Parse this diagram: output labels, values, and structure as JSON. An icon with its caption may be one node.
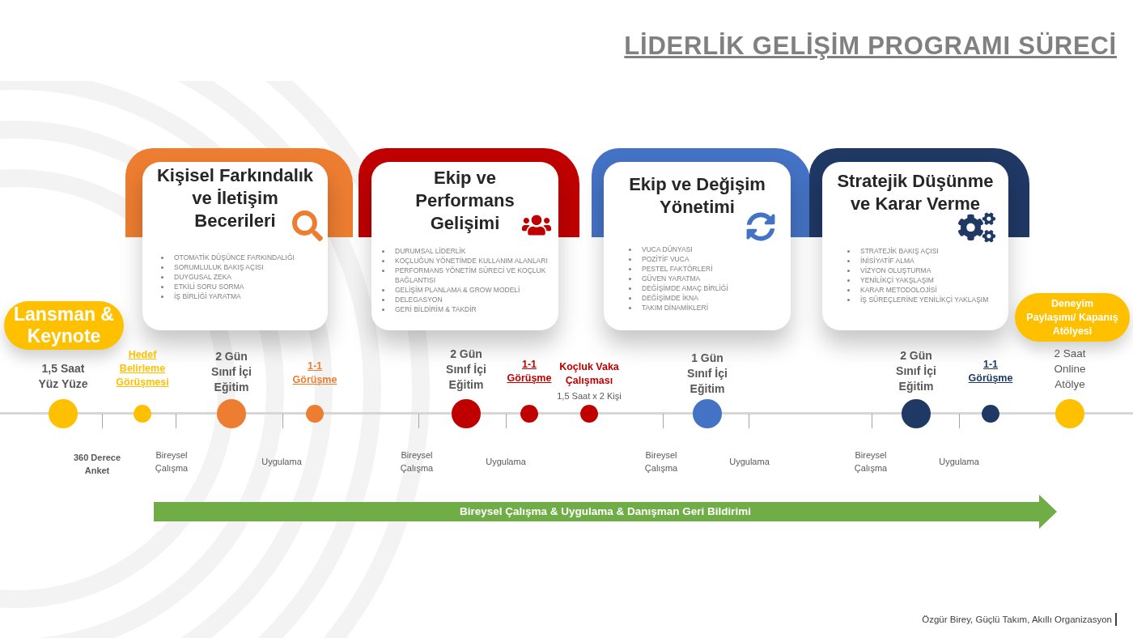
{
  "diagram": {
    "title": "LİDERLİK GELİŞİM PROGRAMI SÜRECİ",
    "nodes": [
      {
        "text": [
          "Kişisel Farkındalık ve İletişim Becerileri",
          "OTOMATİK DÜŞÜNCE FARKINDALIĞI",
          "SORUMLULUK BAKIŞ AÇISI",
          "DUYGUSAL ZEKA",
          "ETKİLİ SORU SORMA",
          "İŞ BİRLİĞİ YARATMA"
        ]
      },
      {
        "text": [
          "Ekip ve Performans Gelişimi",
          "DURUMSAL LİDERLİK",
          "KOÇLUĞUN YÖNETİMDE KULLANIM ALANLARI",
          "PERFORMANS YÖNETİM SÜRECİ VE KOÇLUK BAĞLANTISI",
          "GELİŞİM PLANLAMA & GROW MODELİ",
          "DELEGASYON",
          "GERİ BİLDİRİM & TAKDİR"
        ]
      },
      {
        "text": [
          "Ekip ve Değişim Yönetimi",
          "VUCA DÜNYASI",
          "POZİTİF VUCA",
          "PESTEL FAKTÖRLERİ",
          "GÜVEN YARATMA",
          "DEĞİŞİMDE AMAÇ BİRLİĞİ",
          "DEĞİŞİMDE İKNA",
          "TAKIM DİNAMİKLERİ"
        ]
      },
      {
        "text": [
          "Stratejik Düşünme ve Karar Verme",
          "STRATEJİK BAKIŞ AÇISI",
          "İNİSİYATİF ALMA",
          "VİZYON OLUŞTURMA",
          "YENİLİKÇİ YAKŞLAŞIM",
          "KARAR METODOLOJİSİ",
          "İŞ SÜREÇLERİNE YENİLİKÇİ YAKLAŞIM"
        ]
      },
      {
        "text": [
          "Lansman & Keynote"
        ]
      },
      {
        "text": [
          "Deneyim Paylaşımı/ Kapanış Atölyesi"
        ]
      },
      {
        "text": [],
        "shape": "circle",
        "beside": [
          "1,5 Saat Yüz Yüze"
        ]
      },
      {
        "text": [],
        "shape": "circle"
      },
      {
        "text": [],
        "shape": "circle",
        "beside": [
          "2 Gün Sınıf İçi Eğitim"
        ]
      },
      {
        "text": [],
        "shape": "circle",
        "beside": [
          "1-1 Görüşme"
        ]
      },
      {
        "text": [],
        "shape": "circle",
        "beside": [
          "2 Gün Sınıf İçi Eğitim"
        ]
      },
      {
        "text": [],
        "shape": "circle",
        "beside": [
          "1-1 Görüşme"
        ]
      },
      {
        "text": [],
        "shape": "circle",
        "beside": [
          "Koçluk Vaka Çalışması",
          "1,5 Saat x 2 Kişi"
        ]
      },
      {
        "text": [],
        "shape": "circle",
        "beside": [
          "1 Gün Sınıf İçi Eğitim"
        ]
      },
      {
        "text": [],
        "shape": "circle",
        "beside": [
          "2 Gün Sınıf İçi Eğitim"
        ]
      },
      {
        "text": [],
        "shape": "circle",
        "beside": [
          "1-1 Görüşme"
        ]
      },
      {
        "text": [],
        "shape": "circle",
        "beside": [
          "2 Saat Online Atölye"
        ]
      },
      {
        "text": [
          "Bireysel Çalışma & Uygulama & Danışman Geri Bildirimi"
        ]
      }
    ],
    "labels": [
      "Hedef Belirleme Görüşmesi",
      "360 Derece Anket",
      "Bireysel Çalışma",
      "Uygulama",
      "Bireysel Çalışma",
      "Uygulama",
      "Bireysel Çalışma",
      "Uygulama",
      "Bireysel Çalışma",
      "Uygulama",
      "Özgür Birey, Güçlü Takım, Akıllı Organizasyon"
    ]
  }
}
